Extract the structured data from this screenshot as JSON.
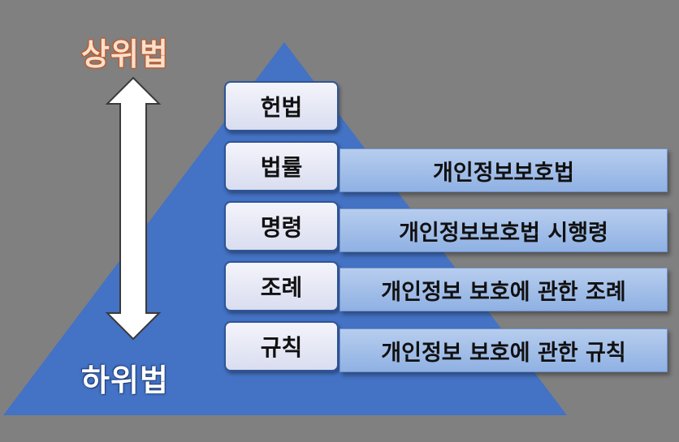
{
  "colors": {
    "background": "#808080",
    "pyramid": "#4472c4",
    "level_box": "#e4e7f4",
    "law_box": "#a3bfea",
    "top_label": "#f8e0cc",
    "bottom_label": "#ffffff"
  },
  "labels": {
    "top": "상위법",
    "bottom": "하위법"
  },
  "levels": [
    {
      "name": "헌법",
      "law": ""
    },
    {
      "name": "법률",
      "law": "개인정보보호법"
    },
    {
      "name": "명령",
      "law": "개인정보보호법 시행령"
    },
    {
      "name": "조례",
      "law": "개인정보 보호에 관한 조례"
    },
    {
      "name": "규칙",
      "law": "개인정보 보호에 관한 규칙"
    }
  ]
}
